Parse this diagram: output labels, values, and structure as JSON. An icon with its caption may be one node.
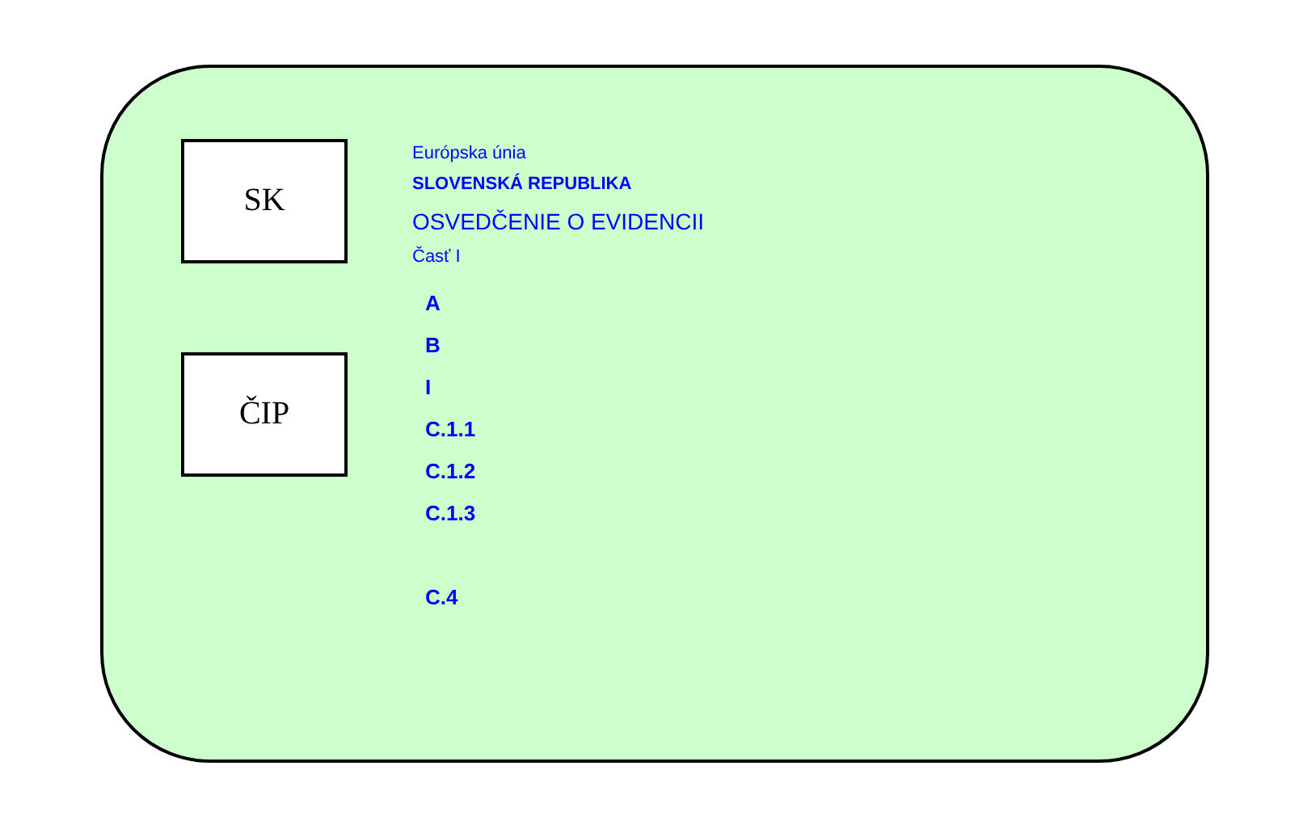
{
  "diagram": {
    "nodes": [
      {
        "text": [],
        "shape": "box"
      },
      {
        "text": [
          "SK"
        ],
        "in": 0
      },
      {
        "text": [
          "ČIP"
        ],
        "in": 0
      }
    ],
    "labels": [
      "Európska únia",
      "SLOVENSKÁ REPUBLIKA",
      "OSVEDČENIE O EVIDENCII",
      "Časť I",
      "A",
      "B",
      "I",
      "C.1.1",
      "C.1.2",
      "C.1.3",
      "C.4"
    ]
  }
}
